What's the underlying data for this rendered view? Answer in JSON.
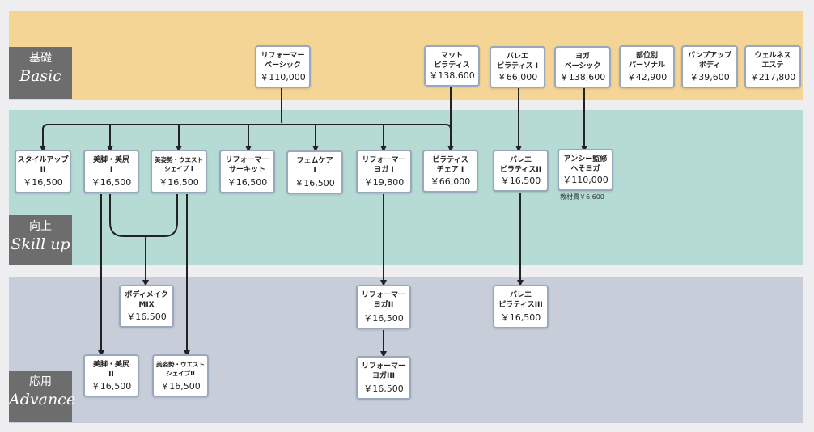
{
  "levels": {
    "basic": {
      "jp": "基礎",
      "en": "Basic"
    },
    "skill": {
      "jp": "向上",
      "en": "Skill up"
    },
    "advance": {
      "jp": "応用",
      "en": "Advance"
    }
  },
  "courses": {
    "reformer_basic": {
      "name": "リフォーマー\nベーシック",
      "price": "￥110,000"
    },
    "mat_pilates": {
      "name": "マット\nピラティス",
      "price": "￥138,600"
    },
    "ballet_pilates_1": {
      "name": "バレエ\nピラティス I",
      "price": "￥66,000"
    },
    "yoga_basic": {
      "name": "ヨガ\nベーシック",
      "price": "￥138,600"
    },
    "part_personal": {
      "name": "部位別\nパーソナル",
      "price": "￥42,900"
    },
    "pumpup_body": {
      "name": "パンプアップ\nボディ",
      "price": "￥39,600"
    },
    "wellness_esthe": {
      "name": "ウェルネス\nエステ",
      "price": "￥217,800"
    },
    "style_up_2": {
      "name": "スタイルアップ\nII",
      "price": "￥16,500"
    },
    "bikyaku_1": {
      "name": "美脚・美尻\nI",
      "price": "￥16,500"
    },
    "posture_1": {
      "name": "美姿勢・ウエスト\nシェイプ I",
      "price": "￥16,500"
    },
    "reformer_circuit": {
      "name": "リフォーマー\nサーキット",
      "price": "￥16,500"
    },
    "femcare_1": {
      "name": "フェムケア\nI",
      "price": "￥16,500"
    },
    "reformer_yoga_1": {
      "name": "リフォーマー\nヨガ I",
      "price": "￥19,800"
    },
    "pilates_chair_1": {
      "name": "ピラティス\nチェア I",
      "price": "￥66,000"
    },
    "ballet_pilates_2": {
      "name": "バレエ\nピラティスII",
      "price": "￥16,500"
    },
    "anshi_hesoyoga": {
      "name": "アンシー監修\nへそヨガ",
      "price": "￥110,000"
    },
    "bodymake_mix": {
      "name": "ボディメイク\nMIX",
      "price": "￥16,500"
    },
    "reformer_yoga_2": {
      "name": "リフォーマー\nヨガII",
      "price": "￥16,500"
    },
    "ballet_pilates_3": {
      "name": "バレエ\nピラティスIII",
      "price": "￥16,500"
    },
    "bikyaku_2": {
      "name": "美脚・美尻\nII",
      "price": "￥16,500"
    },
    "posture_2": {
      "name": "美姿勢・ウエスト\nシェイプII",
      "price": "￥16,500"
    },
    "reformer_yoga_3": {
      "name": "リフォーマー\nヨガIII",
      "price": "￥16,500"
    }
  },
  "notes": {
    "material_fee": "教材費￥6,600"
  },
  "colors": {
    "basic_band": "#f5d596",
    "skill_band": "#b5dbd4",
    "advance_band": "#c8ced9",
    "label_bg": "#6d6d6d",
    "card_border": "#9aa8be",
    "connector": "#222222"
  }
}
